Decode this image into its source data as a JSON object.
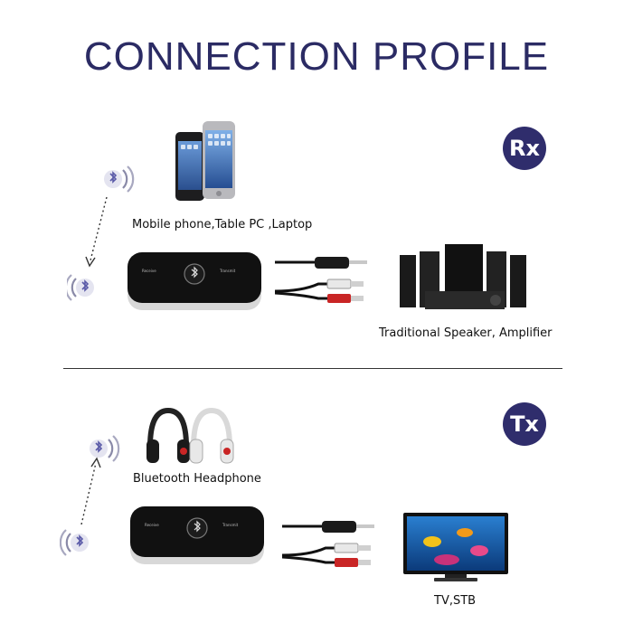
{
  "title": "CONNECTION PROFILE",
  "rx": {
    "badge": "Rx",
    "source_label": "Mobile phone,Table PC ,Laptop",
    "target_label": "Traditional Speaker, Amplifier",
    "device_left_label": "Receive",
    "device_right_label": "Transmit"
  },
  "tx": {
    "badge": "Tx",
    "source_label": "Bluetooth Headphone",
    "target_label": "TV,STB",
    "device_left_label": "Receive",
    "device_right_label": "Transmit"
  },
  "colors": {
    "title": "#2b2b64",
    "badge": "#2f2d6c",
    "bluetooth": "#5a5aa8"
  }
}
